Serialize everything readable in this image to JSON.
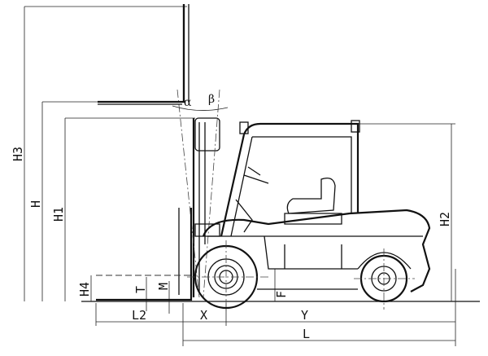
{
  "diagram": {
    "labels": {
      "H3": "H3",
      "H": "H",
      "H1": "H1",
      "H2": "H2",
      "H4": "H4",
      "T": "T",
      "M": "M",
      "F": "F",
      "L2": "L2",
      "X": "X",
      "Y": "Y",
      "L": "L",
      "alpha": "α",
      "beta": "β"
    }
  }
}
